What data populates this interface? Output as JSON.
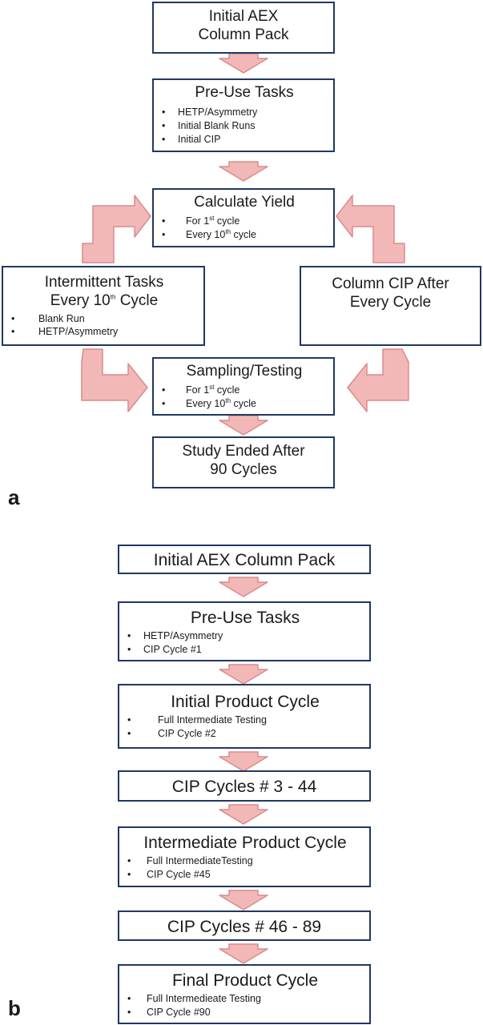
{
  "panel_a": {
    "label": "a",
    "initial_pack": {
      "line1": "Initial AEX",
      "line2": "Column Pack"
    },
    "pre_use": {
      "title": "Pre-Use Tasks",
      "items": [
        "HETP/Asymmetry",
        "Initial Blank Runs",
        "Initial CIP"
      ]
    },
    "calculate_yield": {
      "title": "Calculate Yield",
      "items": [
        {
          "prefix": "For 1",
          "sup": "st",
          "suffix": " cycle"
        },
        {
          "prefix": "Every  10",
          "sup": "th",
          "suffix": " cycle"
        }
      ]
    },
    "intermittent": {
      "line1": "Intermittent Tasks",
      "line2_prefix": "Every 10",
      "line2_sup": "th",
      "line2_suffix": " Cycle",
      "items": [
        "Blank Run",
        "HETP/Asymmetry"
      ]
    },
    "column_cip": {
      "line1": "Column CIP After",
      "line2": "Every Cycle"
    },
    "sampling": {
      "title": "Sampling/Testing",
      "items": [
        {
          "prefix": "For 1",
          "sup": "st",
          "suffix": " cycle"
        },
        {
          "prefix": "Every  10",
          "sup": "th",
          "suffix": " cycle"
        }
      ]
    },
    "study_ended": {
      "line1": "Study Ended After",
      "line2": "90 Cycles"
    }
  },
  "panel_b": {
    "label": "b",
    "initial_pack": {
      "title": "Initial AEX Column Pack"
    },
    "pre_use": {
      "title": "Pre-Use Tasks",
      "items": [
        "HETP/Asymmetry",
        "CIP  Cycle #1"
      ]
    },
    "initial_product": {
      "title": "Initial Product Cycle",
      "items": [
        "Full Intermediate  Testing",
        "CIP  Cycle #2"
      ]
    },
    "cip_3_44": {
      "title": "CIP Cycles # 3 - 44"
    },
    "intermediate_product": {
      "title": "Intermediate Product Cycle",
      "items": [
        "Full IntermediateTesting",
        "CIP  Cycle #45"
      ]
    },
    "cip_46_89": {
      "title": "CIP Cycles # 46 - 89"
    },
    "final_product": {
      "title": "Final Product Cycle",
      "items": [
        "Full Intermedieate  Testing",
        "CIP  Cycle #90"
      ]
    }
  },
  "colors": {
    "box_border": "#1f3864",
    "arrow_fill": "#f2b8b8",
    "arrow_stroke": "#d98b8b"
  },
  "bullet_char": "•"
}
